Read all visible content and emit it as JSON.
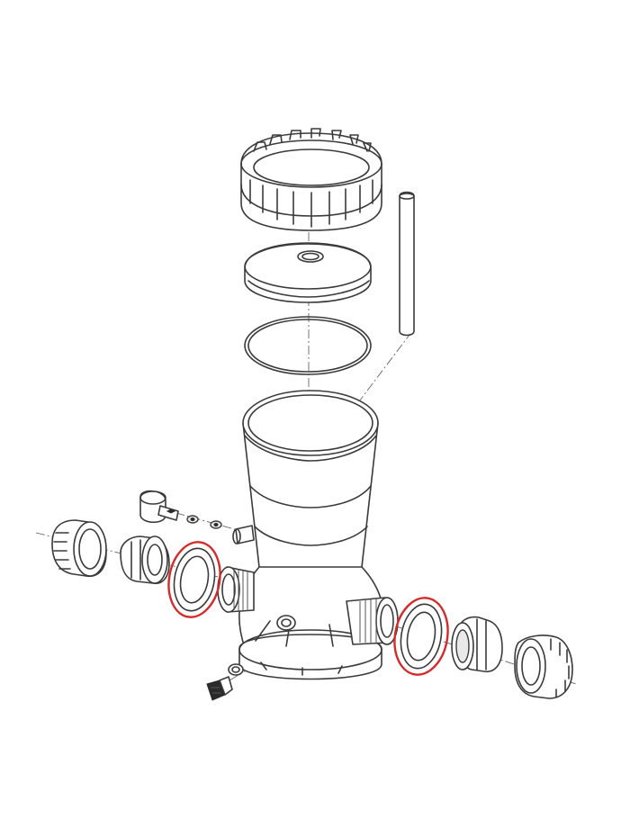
{
  "diagram": {
    "highlight_color": "#d42a2a",
    "line_color": "#3a3a3a",
    "background_color": "#ffffff",
    "highlighted_parts": [
      "left-union-o-ring",
      "right-union-o-ring"
    ],
    "parts": [
      "lid-lock-ring",
      "lid",
      "lid-o-ring",
      "pick-up-tube",
      "canister-body",
      "flow-control-valve-knob",
      "valve-washers",
      "left-union-nut",
      "left-union-tailpiece",
      "left-union-o-ring",
      "left-threaded-port",
      "right-threaded-port",
      "right-union-o-ring",
      "right-union-tailpiece",
      "right-union-nut",
      "drain-plug",
      "drain-plug-washer"
    ]
  }
}
